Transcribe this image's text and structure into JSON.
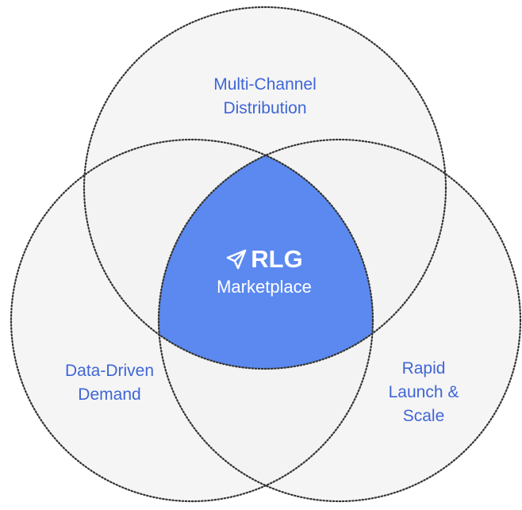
{
  "diagram": {
    "top_label": [
      "Multi-Channel",
      "Distribution"
    ],
    "left_label": [
      "Data-Driven",
      "Demand"
    ],
    "right_label": [
      "Rapid",
      "Launch &",
      "Scale"
    ],
    "center": {
      "icon": "send-icon",
      "brand": "RLG",
      "subtitle": "Marketplace"
    }
  },
  "colors": {
    "circle_fill": "#F2F2F2",
    "circle_stroke": "#333333",
    "center_fill": "#5B89EF",
    "label_text": "#3F66D6",
    "center_text": "#FFFFFF"
  }
}
